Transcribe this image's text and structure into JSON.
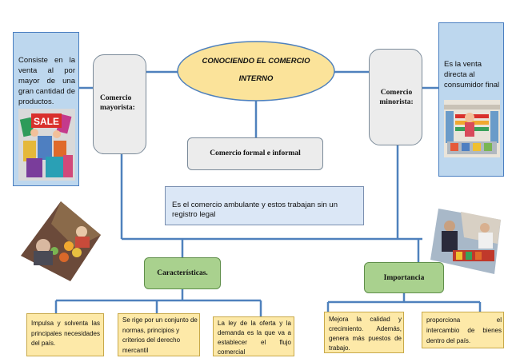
{
  "title": {
    "line1": "CONOCIENDO EL COMERCIO",
    "line2": "INTERNO"
  },
  "mayorista": {
    "label": "Comercio mayorista:",
    "description": "Consiste en la venta al por mayor de una gran cantidad de productos."
  },
  "minorista": {
    "label": "Comercio minorista:",
    "description": "Es la venta directa al consumidor final"
  },
  "formal_informal": {
    "label": "Comercio formal e informal",
    "description": "Es el comercio ambulante y estos trabajan sin un registro legal"
  },
  "caracteristicas": {
    "label": "Características.",
    "items": [
      "Impulsa y solventa las principales necesidades del país.",
      "Se rige por un conjunto de normas, principios y criterios del derecho mercantil",
      "La ley de la oferta y la demanda es la que va a establecer el flujo comercial"
    ]
  },
  "importancia": {
    "label": "Importancia",
    "items": [
      "Mejora la calidad y crecimiento. Además, genera más puestos de trabajo.",
      "proporciona el intercambio de bienes dentro del país."
    ]
  },
  "images": {
    "sale_sign": "SALE"
  },
  "colors": {
    "ellipse": "#fbe39a",
    "connector": "#4f81bd",
    "blue_box": "#bdd7ee",
    "green_box": "#a9d18e",
    "yellow_box": "#fde9a8"
  }
}
